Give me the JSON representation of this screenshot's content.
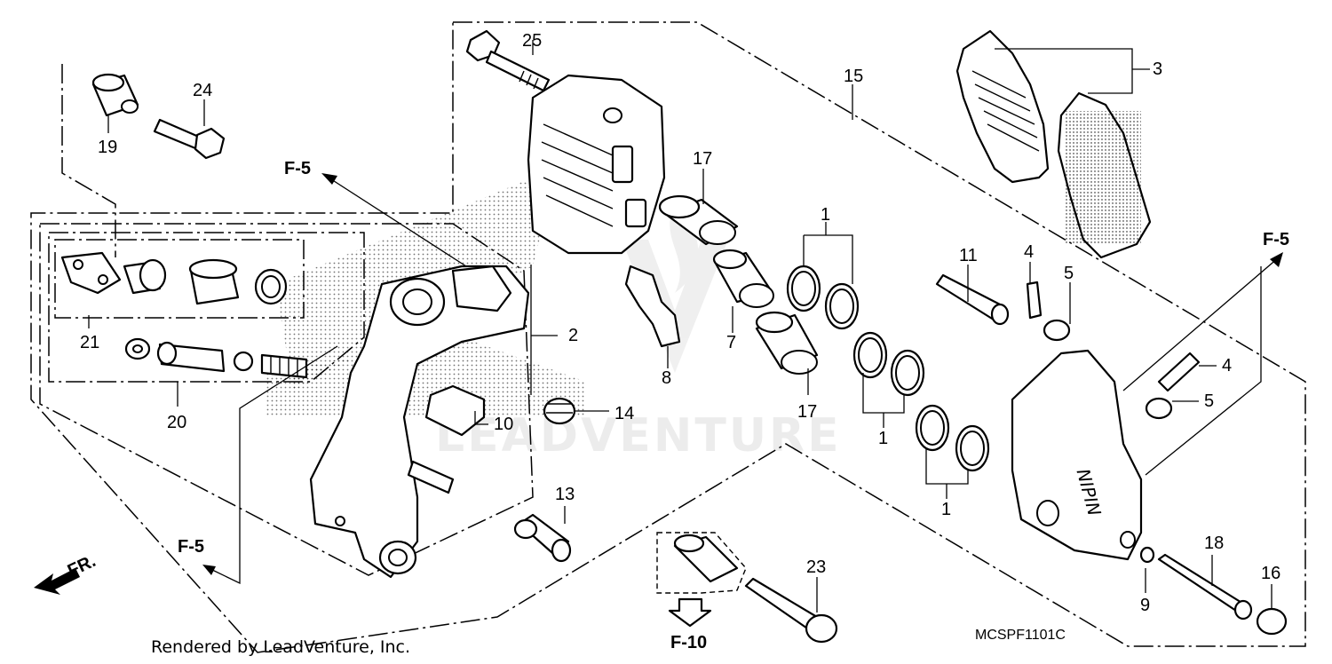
{
  "diagram": {
    "code": "MCSPF1101C",
    "credit": "Rendered by LeadVenture, Inc.",
    "watermark": "LEADVENTURE",
    "direction_label": "FR.",
    "refs": {
      "f5": "F-5",
      "f10": "F-10"
    },
    "callouts": {
      "c1": "1",
      "c2": "2",
      "c3": "3",
      "c4": "4",
      "c5": "5",
      "c7": "7",
      "c8": "8",
      "c9": "9",
      "c10": "10",
      "c11": "11",
      "c13": "13",
      "c14": "14",
      "c15": "15",
      "c16": "16",
      "c17": "17",
      "c18": "18",
      "c19": "19",
      "c20": "20",
      "c21": "21",
      "c23": "23",
      "c24": "24",
      "c25": "25"
    }
  }
}
